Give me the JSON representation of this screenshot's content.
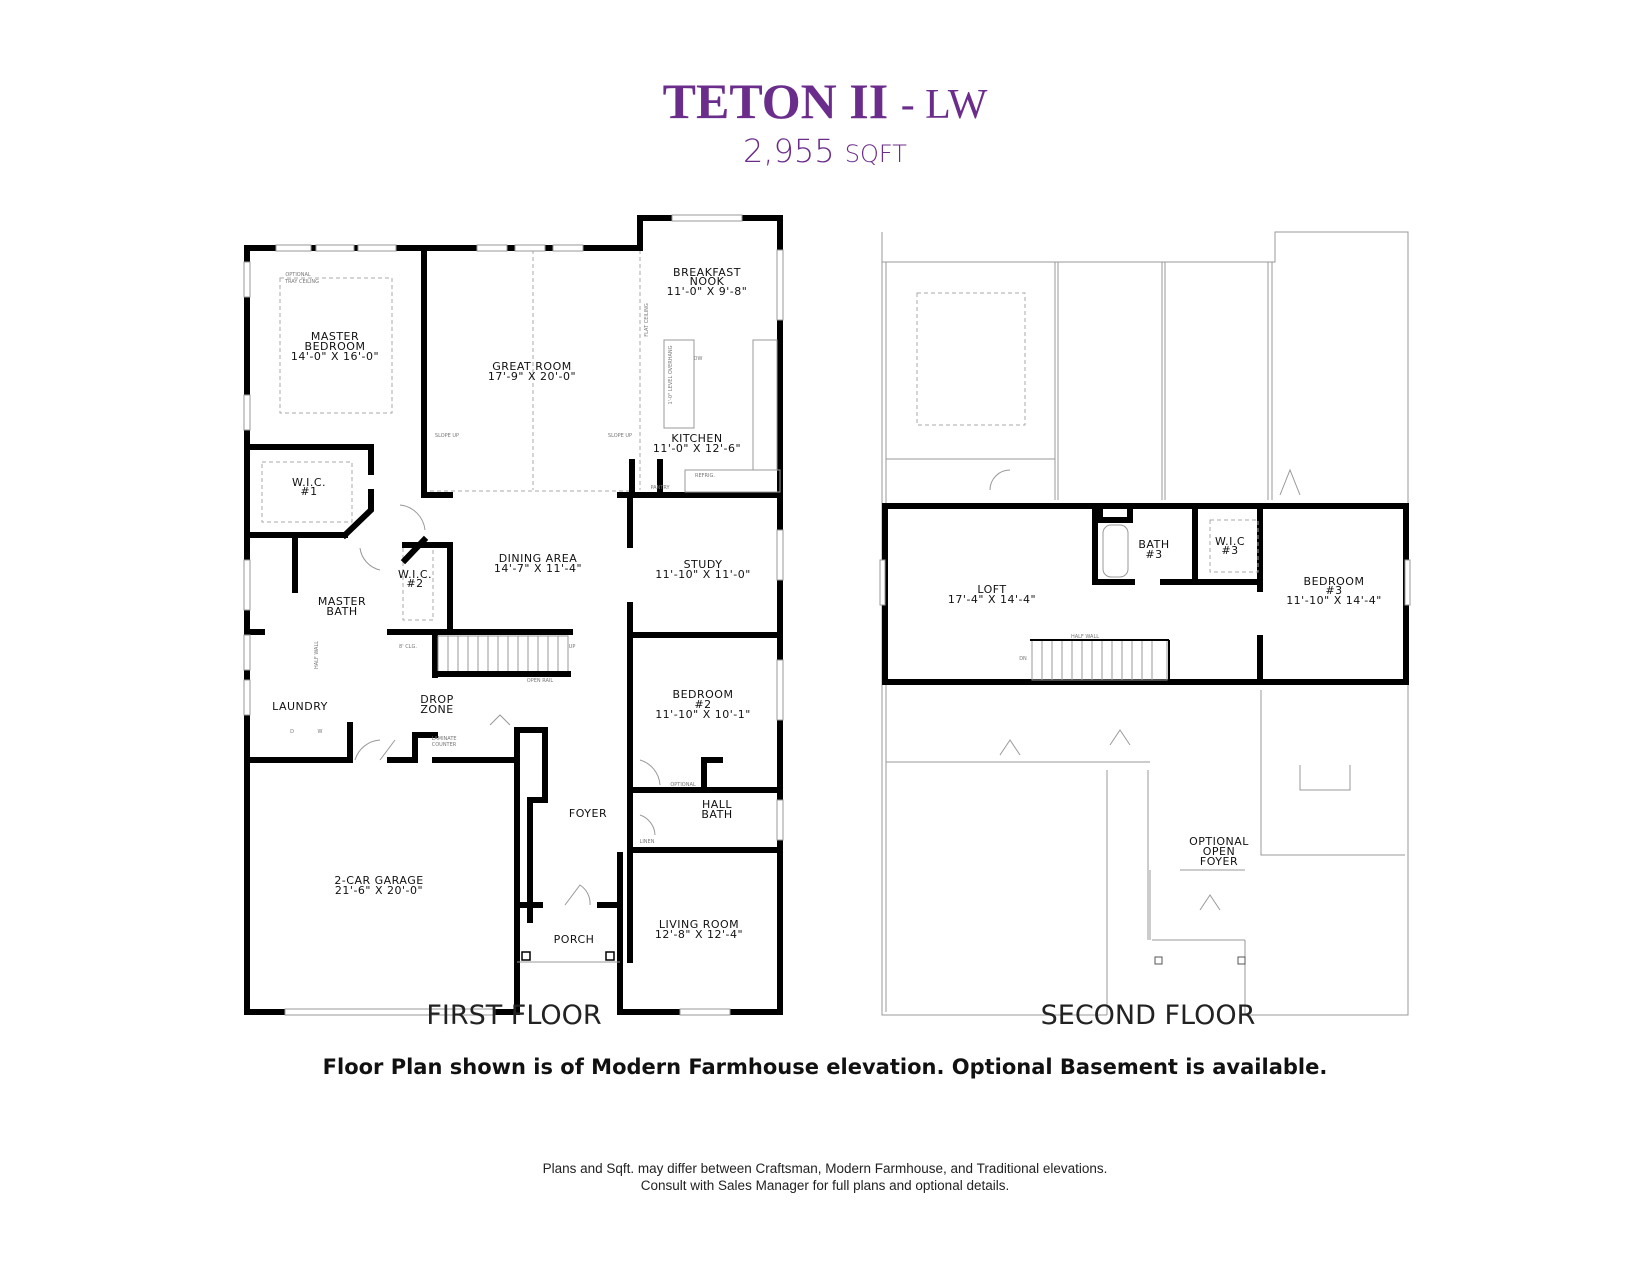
{
  "header": {
    "name": "TETON II",
    "suffix": "- LW",
    "sqft": "2,955",
    "sqft_unit": "SQFT",
    "accent_color": "#6b2d8b"
  },
  "first_floor": {
    "caption": "FIRST FLOOR",
    "rooms": [
      {
        "lines": [
          "MASTER",
          "BEDROOM",
          "14'-0\" X 16'-0\""
        ]
      },
      {
        "lines": [
          "GREAT ROOM",
          "17'-9\" X 20'-0\""
        ]
      },
      {
        "lines": [
          "BREAKFAST",
          "NOOK",
          "11'-0\" X 9'-8\""
        ]
      },
      {
        "lines": [
          "KITCHEN",
          "11'-0\" X 12'-6\""
        ]
      },
      {
        "lines": [
          "W.I.C.",
          "#1"
        ]
      },
      {
        "lines": [
          "DINING AREA",
          "14'-7\" X 11'-4\""
        ]
      },
      {
        "lines": [
          "STUDY",
          "11'-10\" X 11'-0\""
        ]
      },
      {
        "lines": [
          "W.I.C.",
          "#2"
        ]
      },
      {
        "lines": [
          "MASTER",
          "BATH"
        ]
      },
      {
        "lines": [
          "LAUNDRY"
        ]
      },
      {
        "lines": [
          "DROP",
          "ZONE"
        ]
      },
      {
        "lines": [
          "BEDROOM",
          "#2",
          "11'-10\" X 10'-1\""
        ]
      },
      {
        "lines": [
          "HALL",
          "BATH"
        ]
      },
      {
        "lines": [
          "FOYER"
        ]
      },
      {
        "lines": [
          "2-CAR GARAGE",
          "21'-6\" X 20'-0\""
        ]
      },
      {
        "lines": [
          "PORCH"
        ]
      },
      {
        "lines": [
          "LIVING ROOM",
          "12'-8\" X 12'-4\""
        ]
      }
    ],
    "notes": [
      "OPTIONAL",
      "TRAY CEILING",
      "FLAT CEILING",
      "SLOPE UP",
      "SLOPE UP",
      "PANTRY",
      "REFRIG.",
      "DW",
      "1'-0\" LEVEL OVERHANG",
      "HALF WALL",
      "8' CLG.",
      "UP",
      "OPEN RAIL",
      "D",
      "W",
      "LAMINATE",
      "COUNTER",
      "OPTIONAL",
      "LINEN"
    ]
  },
  "second_floor": {
    "caption": "SECOND FLOOR",
    "rooms": [
      {
        "lines": [
          "LOFT",
          "17'-4\" X 14'-4\""
        ]
      },
      {
        "lines": [
          "BATH",
          "#3"
        ]
      },
      {
        "lines": [
          "W.I.C",
          "#3"
        ]
      },
      {
        "lines": [
          "BEDROOM",
          "#3",
          "11'-10\" X 14'-4\""
        ]
      },
      {
        "lines": [
          "OPTIONAL",
          "OPEN",
          "FOYER"
        ]
      }
    ],
    "notes": [
      "HALF WALL",
      "DN"
    ]
  },
  "footer": {
    "note": "Floor Plan shown is of Modern Farmhouse elevation. Optional Basement is available.",
    "fine_1": "Plans and Sqft. may differ between Craftsman, Modern Farmhouse, and Traditional elevations.",
    "fine_2": "Consult with Sales Manager for full plans and optional details."
  }
}
